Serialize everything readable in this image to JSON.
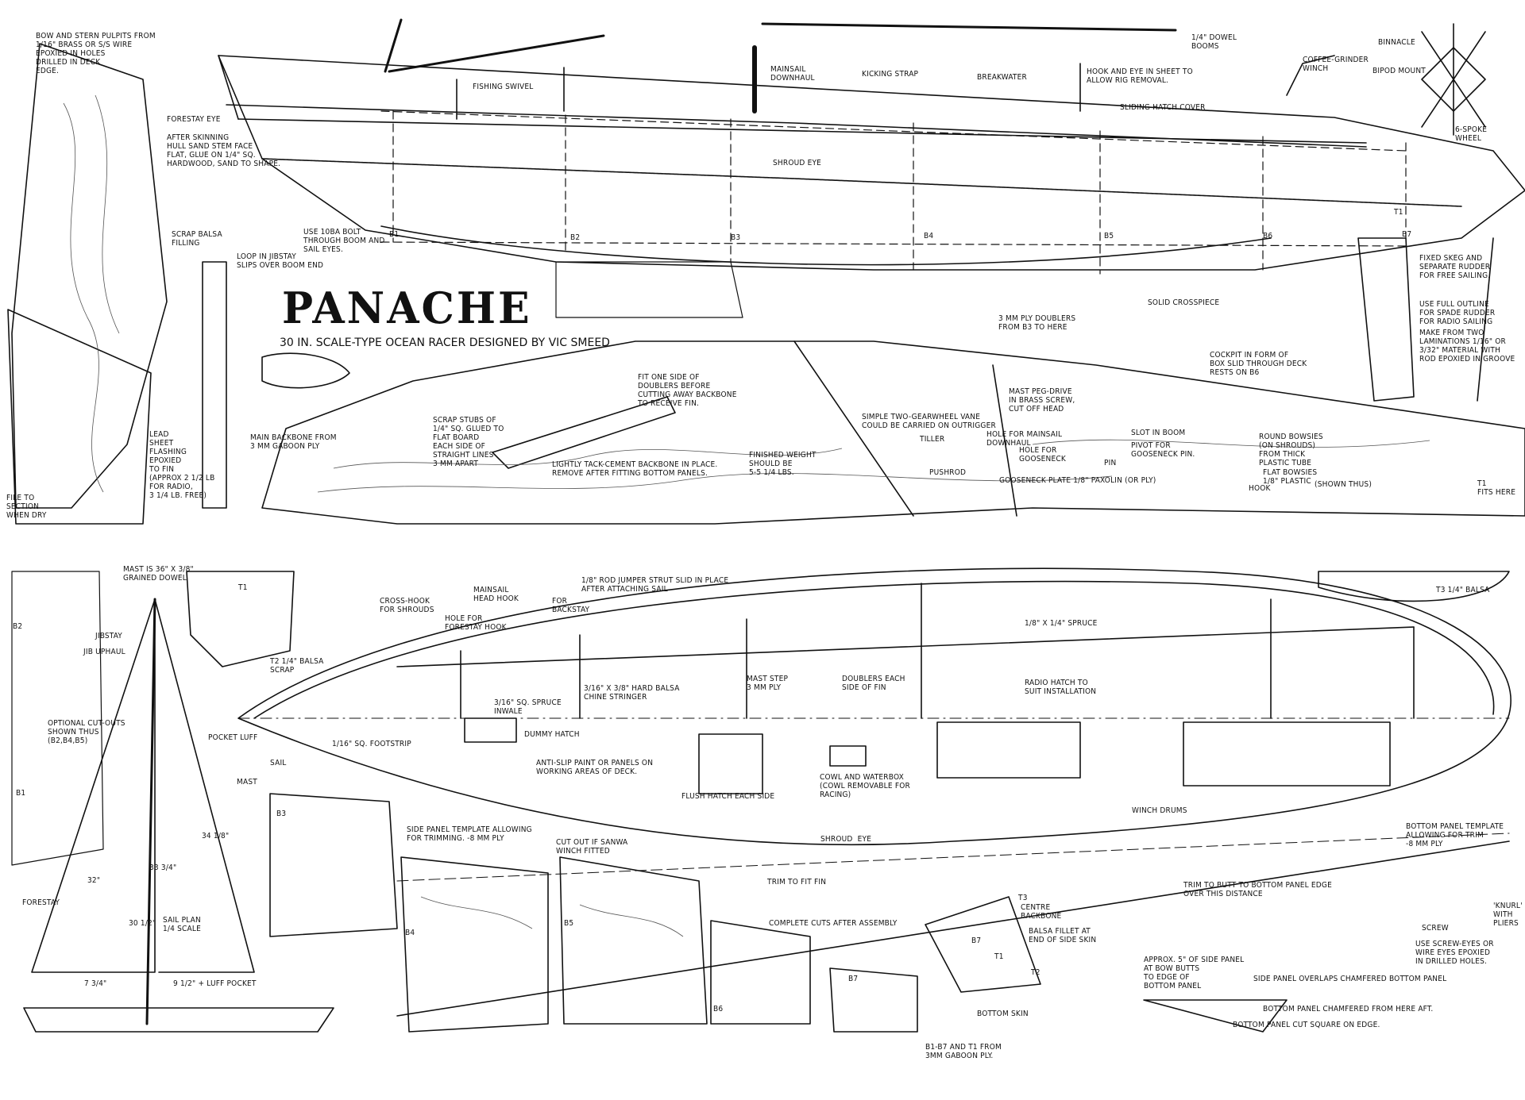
{
  "title": "PANACHE",
  "subtitle": "30 IN. SCALE-TYPE OCEAN RACER DESIGNED BY VIC SMEED",
  "labels": {
    "bow_pulpits": "BOW AND STERN PULPITS FROM\n1/16\" BRASS OR S/S WIRE\nEPOXIED IN HOLES\nDRILLED IN DECK\nEDGE.",
    "forestay_eye": "FORESTAY EYE",
    "fishing_swivel": "FISHING SWIVEL",
    "mainsail_downhaul": "MAINSAIL\nDOWNHAUL",
    "kicking_strap": "KICKING STRAP",
    "dowel_booms": "1/4\" DOWEL\nBOOMS",
    "breakwater": "BREAKWATER",
    "hook_eye": "HOOK AND EYE IN SHEET TO\nALLOW RIG REMOVAL.",
    "sliding_hatch": "SLIDING HATCH COVER",
    "coffee_grinder": "COFFEE-GRINDER\nWINCH",
    "binnacle": "BINNACLE",
    "bipod_mount": "BIPOD MOUNT",
    "six_spoke": "6-SPOKE\nWHEEL",
    "shroud_eye_top": "SHROUD EYE",
    "after_skinning": "AFTER SKINNING\nHULL SAND STEM FACE\nFLAT, GLUE ON 1/4\" SQ.\nHARDWOOD, SAND TO SHAPE.",
    "use_10ba": "USE 10BA BOLT\nTHROUGH BOOM AND\nSAIL EYES.",
    "loop_jibstay": "LOOP IN JIBSTAY\nSLIPS OVER BOOM END",
    "scrap_balsa": "SCRAP BALSA\nFILLING",
    "fixed_skeg": "FIXED SKEG AND\nSEPARATE RUDDER\nFOR FREE SAILING.",
    "use_full_outline": "USE FULL OUTLINE\nFOR SPADE RUDDER\nFOR RADIO SAILING",
    "make_from_two": "MAKE FROM TWO\nLAMINATIONS 1/16\" OR\n3/32\" MATERIAL WITH\nROD EPOXIED IN GROOVE",
    "ply_doublers": "3 MM PLY DOUBLERS\nFROM B3 TO HERE",
    "solid_crosspiece": "SOLID CROSSPIECE",
    "cockpit_box": "COCKPIT IN FORM OF\nBOX SLID THROUGH DECK\nRESTS ON B6",
    "fit_one_side": "FIT ONE SIDE OF\nDOUBLERS BEFORE\nCUTTING AWAY BACKBONE\nTO RECEIVE FIN.",
    "mast_peg": "MAST PEG-DRIVE\nIN BRASS SCREW,\nCUT OFF HEAD",
    "scrap_stubs": "SCRAP STUBS OF\n1/4\" SQ. GLUED TO\nFLAT BOARD\nEACH SIDE OF\nSTRAIGHT LINES\n3 MM APART",
    "tack_cement": "LIGHTLY TACK-CEMENT BACKBONE IN PLACE.\nREMOVE AFTER FITTING BOTTOM PANELS.",
    "gearwheel_vane": "SIMPLE TWO-GEARWHEEL VANE\nCOULD BE CARRIED ON OUTRIGGER",
    "tiller": "TILLER",
    "pushrod": "PUSHROD",
    "finished_weight": "FINISHED WEIGHT\nSHOULD BE\n5-5 1/4 LBS.",
    "hole_mainsail": "HOLE FOR MAINSAIL\nDOWNHAUL",
    "hole_gooseneck": "HOLE FOR\nGOOSENECK",
    "gooseneck_plate": "GOOSENECK PLATE 1/8\" PAXOLIN (OR PLY)",
    "slot_boom": "SLOT IN BOOM",
    "pivot_gooseneck": "PIVOT FOR\nGOOSENECK PIN.",
    "pin": "PIN",
    "round_bowsies": "ROUND BOWSIES\n(ON SHROUDS)\nFROM THICK\nPLASTIC TUBE",
    "flat_bowsies": "FLAT BOWSIES\n1/8\" PLASTIC",
    "shown_thus": "(SHOWN THUS)",
    "hook": "HOOK",
    "t1_fits": "T1\nFITS HERE",
    "main_backbone": "MAIN BACKBONE FROM\n3 MM GABOON PLY",
    "lead_sheet": "LEAD\nSHEET\nFLASHING\nEPOXIED\nTO FIN\n(APPROX 2 1/2 LB\nFOR RADIO,\n3 1/4 LB. FREE)",
    "file_section": "FILE TO\nSECTION\nWHEN DRY",
    "mast_dowel": "MAST IS 36\" x 3/8\"\nGRAINED DOWEL",
    "jibstay": "JIBSTAY",
    "jib_uphaul": "JIB UPHAUL",
    "optional_cutouts": "OPTIONAL CUT-OUTS\nSHOWN THUS\n(B2,B4,B5)",
    "pocket_luff": "POCKET LUFF",
    "sail": "SAIL",
    "mast": "MAST",
    "forestay": "FORESTAY",
    "sail_plan": "SAIL PLAN\n1/4 SCALE",
    "luff_pocket": "9 1/2\" + LUFF POCKET",
    "dim_7_3_4": "7 3/4\"",
    "dim_32": "32\"",
    "dim_30": "30 1/2\"",
    "dim_33_3_4": "33 3/4\"",
    "dim_34": "34 1/8\"",
    "t2_scrap": "T2 1/4\" BALSA\nSCRAP",
    "cross_hook": "CROSS-HOOK\nFOR SHROUDS",
    "mainsail_head_hook": "MAINSAIL\nHEAD HOOK",
    "hole_forestay_hook": "HOLE FOR\nFORESTAY HOOK",
    "for_backstay": "FOR\nBACKSTAY",
    "jumper_strut": "1/8\" ROD JUMPER STRUT SLID IN PLACE\nAFTER ATTACHING SAIL",
    "spruce_top": "1/8\" x 1/4\" SPRUCE",
    "t3_balsa": "T3 1/4\" BALSA",
    "mast_step": "MAST STEP\n3 MM PLY",
    "doublers_each_side": "DOUBLERS EACH\nSIDE OF FIN",
    "radio_hatch": "RADIO HATCH TO\nSUIT INSTALLATION",
    "hard_balsa_chine": "3/16\" x 3/8\" HARD BALSA\nCHINE STRINGER",
    "spruce_inwale": "3/16\" SQ. SPRUCE\nINWALE",
    "dummy_hatch": "DUMMY HATCH",
    "footstrip": "1/16\" SQ. FOOTSTRIP",
    "anti_slip": "ANTI-SLIP PAINT OR PANELS ON\nWORKING AREAS OF DECK.",
    "flush_hatch": "FLUSH HATCH EACH SIDE",
    "cowl_waterbox": "COWL AND WATERBOX\n(COWL REMOVABLE FOR\nRACING)",
    "winch_drums": "WINCH DRUMS",
    "shroud_eye_bottom": "SHROUD  EYE",
    "side_panel_template": "SIDE PANEL TEMPLATE ALLOWING\nFOR TRIMMING. -8 MM PLY",
    "cut_out_sanwa": "CUT OUT IF SANWA\nWINCH FITTED",
    "trim_fit_fin": "TRIM TO FIT FIN",
    "complete_cuts": "COMPLETE CUTS AFTER ASSEMBLY",
    "centre_backbone": "CENTRE\nBACKBONE",
    "balsa_fillet": "BALSA FILLET AT\nEND OF SIDE SKIN",
    "bottom_skin": "BOTTOM SKIN",
    "bottom_panel_template": "BOTTOM PANEL TEMPLATE\nALLOWING FOR TRIM\n-8 MM PLY",
    "trim_butt": "TRIM TO BUTT TO BOTTOM PANEL EDGE\nOVER THIS DISTANCE",
    "screw": "SCREW",
    "knurl": "'KNURL'\nWITH\nPLIERS",
    "screw_eyes": "USE SCREW-EYES OR\nWIRE EYES EPOXIED\nIN DRILLED HOLES.",
    "approx_5": "APPROX. 5\" OF SIDE PANEL\nAT BOW BUTTS\nTO EDGE OF\nBOTTOM PANEL",
    "side_overlaps": "SIDE PANEL OVERLAPS CHAMFERED BOTTOM PANEL",
    "bottom_chamfered": "BOTTOM PANEL CHAMFERED FROM HERE AFT.",
    "bottom_cut_square": "BOTTOM PANEL CUT SQUARE ON EDGE.",
    "b1_b7": "B1-B7 AND T1 FROM\n3MM GABOON PLY."
  },
  "frame_labels": {
    "b1": "B1",
    "b2": "B2",
    "b3": "B3",
    "b4": "B4",
    "b5": "B5",
    "b6": "B6",
    "b7": "B7",
    "t1": "T1",
    "t2": "T2",
    "t3": "T3"
  }
}
